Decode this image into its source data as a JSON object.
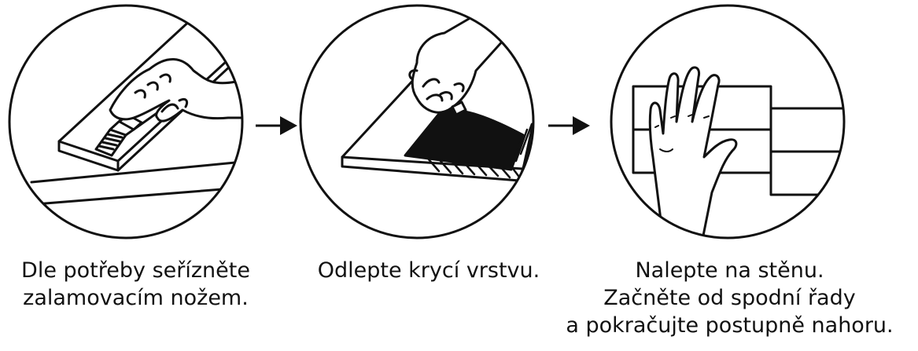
{
  "steps": [
    {
      "caption_lines": [
        "Dle potřeby seřízněte",
        "zalamovacím nožem."
      ]
    },
    {
      "caption_lines": [
        "Odlepte krycí vrstvu."
      ]
    },
    {
      "caption_lines": [
        "Nalepte na stěnu.",
        "Začněte od spodní řady",
        "a pokračujte postupně nahoru."
      ]
    }
  ],
  "colors": {
    "stroke": "#111111",
    "background": "#ffffff"
  }
}
